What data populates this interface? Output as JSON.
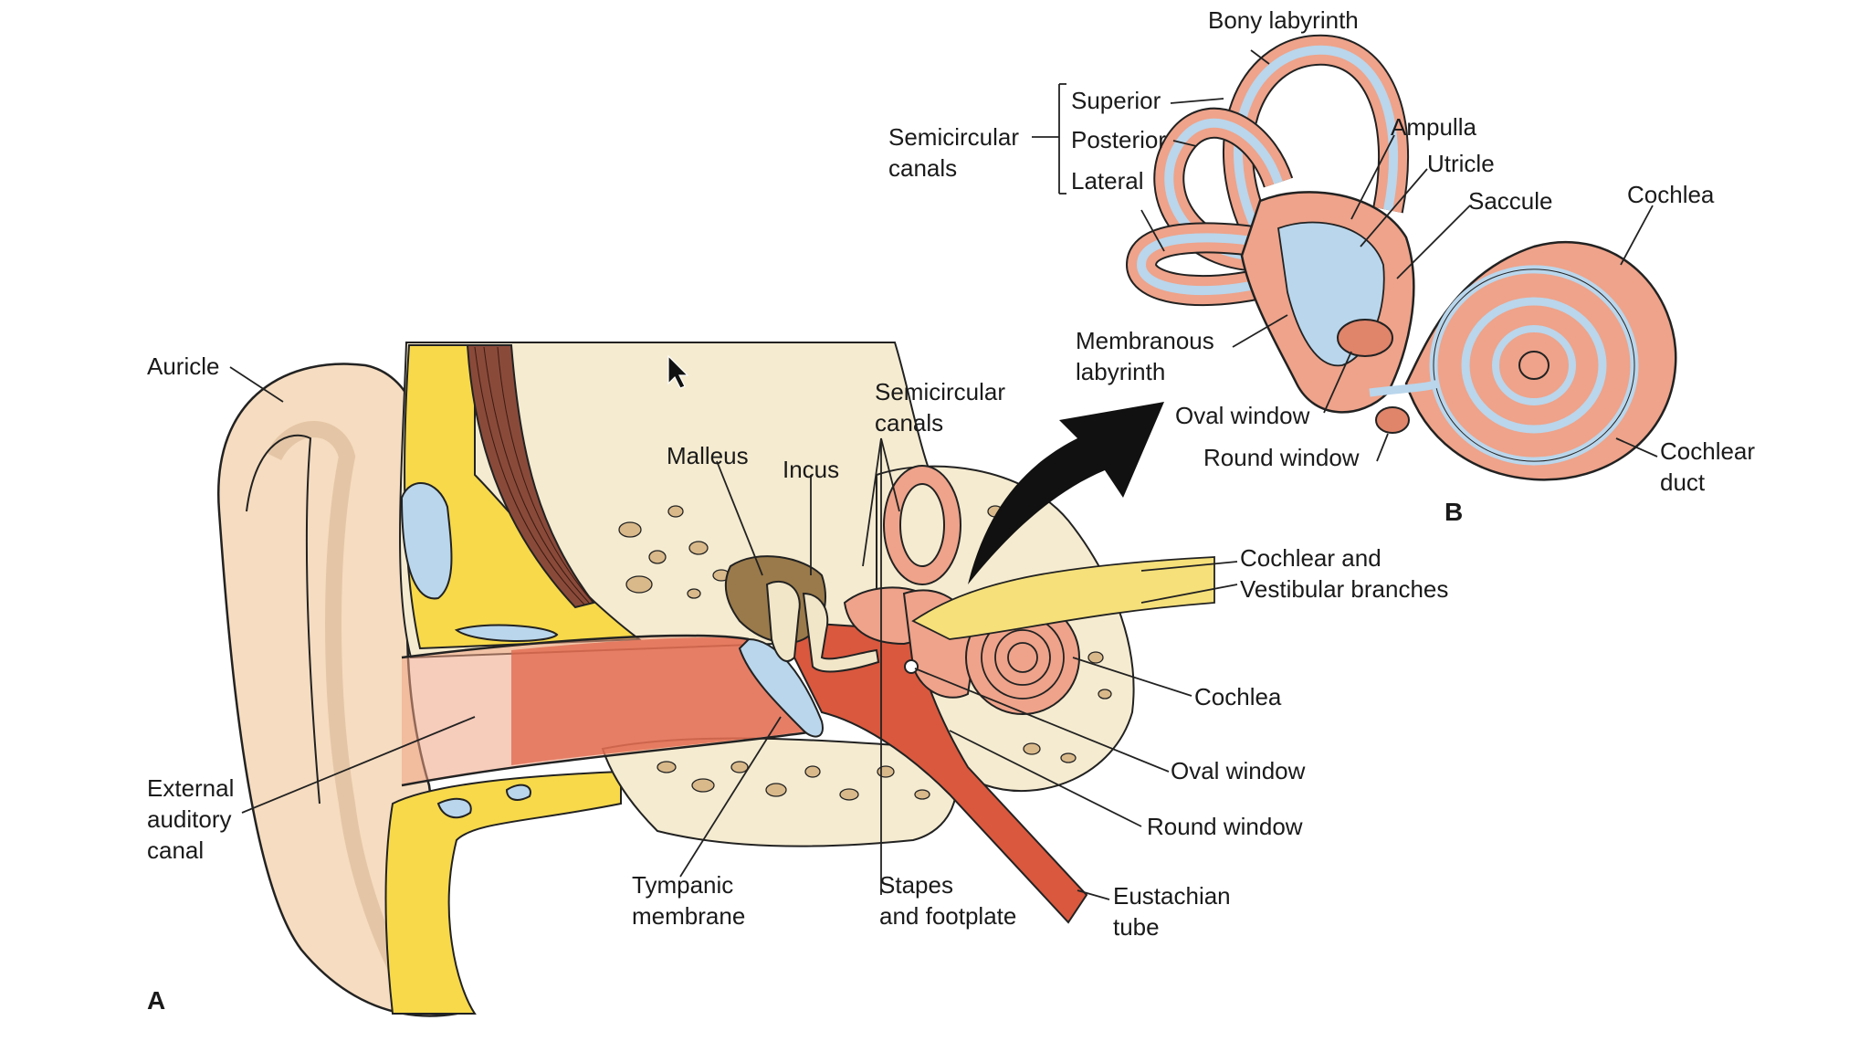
{
  "colors": {
    "skin": "#f6dcc0",
    "skin_dark": "#e9c4a0",
    "fat_yellow": "#f7d94a",
    "bone": "#f4ecd0",
    "bone_spots": "#b89a6a",
    "canal_orange": "#e0644a",
    "muscle": "#8a4a3a",
    "labyrinth_salmon": "#eea38a",
    "labyrinth_blue": "#b9d6ec",
    "nerve": "#f5e07a",
    "arrow": "#111111",
    "line": "#222222"
  },
  "panel_a": {
    "letter": "A",
    "labels": {
      "auricle": "Auricle",
      "external_canal": "External\nauditory\ncanal",
      "malleus": "Malleus",
      "incus": "Incus",
      "semicircular": "Semicircular\ncanals",
      "cochlear_vestibular": "Cochlear and\nVestibular branches",
      "cochlea": "Cochlea",
      "oval_window": "Oval window",
      "round_window": "Round window",
      "eustachian": "Eustachian\ntube",
      "stapes": "Stapes\nand footplate",
      "tympanic": "Tympanic\nmembrane"
    }
  },
  "panel_b": {
    "letter": "B",
    "labels": {
      "bony_labyrinth": "Bony labyrinth",
      "semicircular_canals": "Semicircular\ncanals",
      "superior": "Superior",
      "posterior": "Posterior",
      "lateral": "Lateral",
      "ampulla": "Ampulla",
      "utricle": "Utricle",
      "saccule": "Saccule",
      "cochlea": "Cochlea",
      "membranous": "Membranous\nlabyrinth",
      "oval_window": "Oval window",
      "round_window": "Round window",
      "cochlear_duct": "Cochlear\nduct"
    }
  },
  "cursor_icon": "arrow-cursor-icon"
}
